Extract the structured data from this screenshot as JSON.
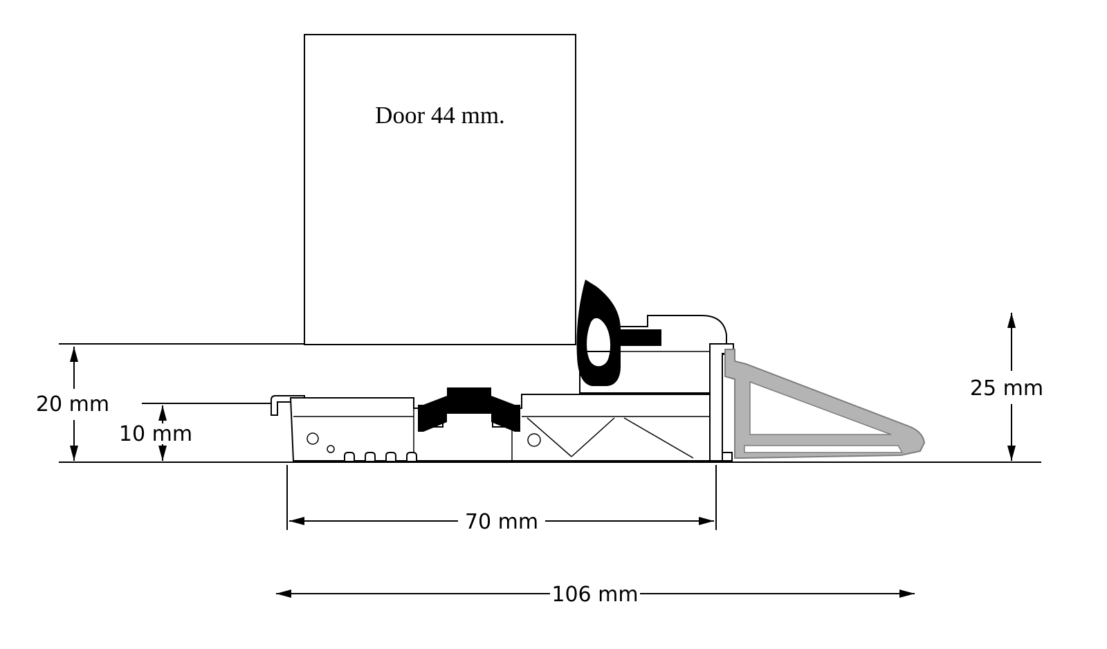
{
  "diagram": {
    "door_label": "Door 44 mm.",
    "dimensions": {
      "left_height": "20 mm",
      "left_inner_height": "10 mm",
      "right_height": "25 mm",
      "threshold_width": "70 mm",
      "overall_width": "106 mm"
    },
    "colors": {
      "outline": "#000000",
      "profile_fill": "#ffffff",
      "gasket_fill": "#000000",
      "ramp_fill": "#b4b4b4",
      "ramp_outline": "#7d7d7d"
    }
  }
}
